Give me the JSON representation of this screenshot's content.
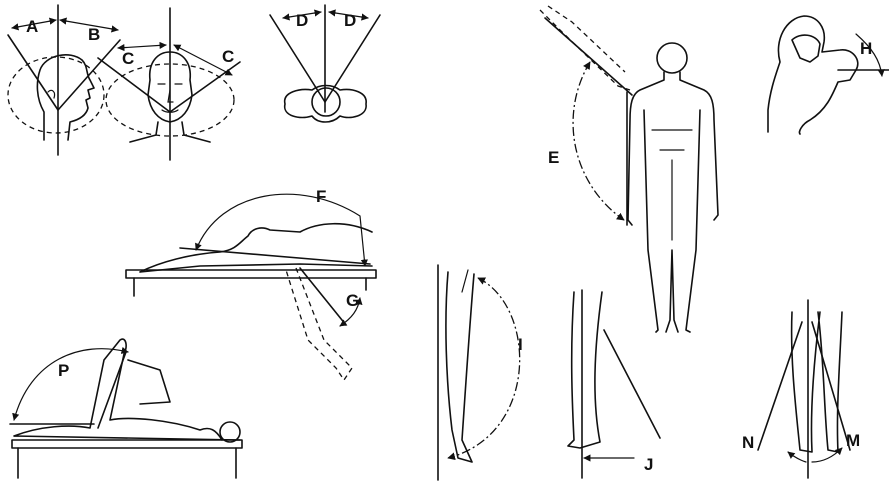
{
  "labels": {
    "a": "A",
    "b": "B",
    "c": "C",
    "d": "D",
    "e": "E",
    "f": "F",
    "g": "G",
    "h": "H",
    "i": "I",
    "j": "J",
    "m": "M",
    "n": "N",
    "p": "P"
  }
}
